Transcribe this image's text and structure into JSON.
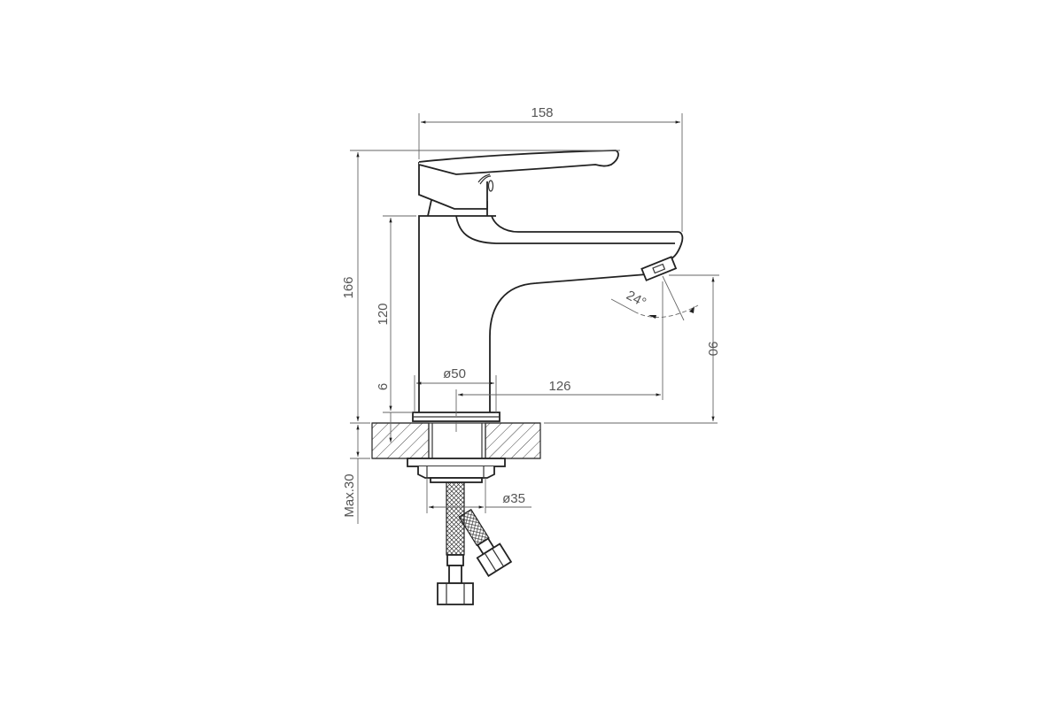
{
  "drawing": {
    "title": "Basin mixer faucet dimension drawing",
    "units": "mm",
    "colors": {
      "line": "#222222",
      "dimension": "#666666",
      "text": "#555555",
      "background": "#ffffff"
    }
  },
  "dimensions": {
    "overall_length": "158",
    "overall_height": "166",
    "body_height": "120",
    "base_height": "6",
    "base_diameter": "ø50",
    "spout_reach": "126",
    "spout_outlet_height": "90",
    "spout_angle": "24°",
    "max_counter_thickness": "Max.30",
    "mounting_diameter": "ø35"
  },
  "components": {
    "handle": "Single lever handle",
    "spout": "Spout with aerator",
    "body": "Cylindrical body",
    "countertop": "Countertop section (hatched)",
    "mounting_nut": "Mounting nut",
    "hoses": [
      "Braided flexible hose (straight)",
      "Braided flexible hose (angled)"
    ]
  }
}
